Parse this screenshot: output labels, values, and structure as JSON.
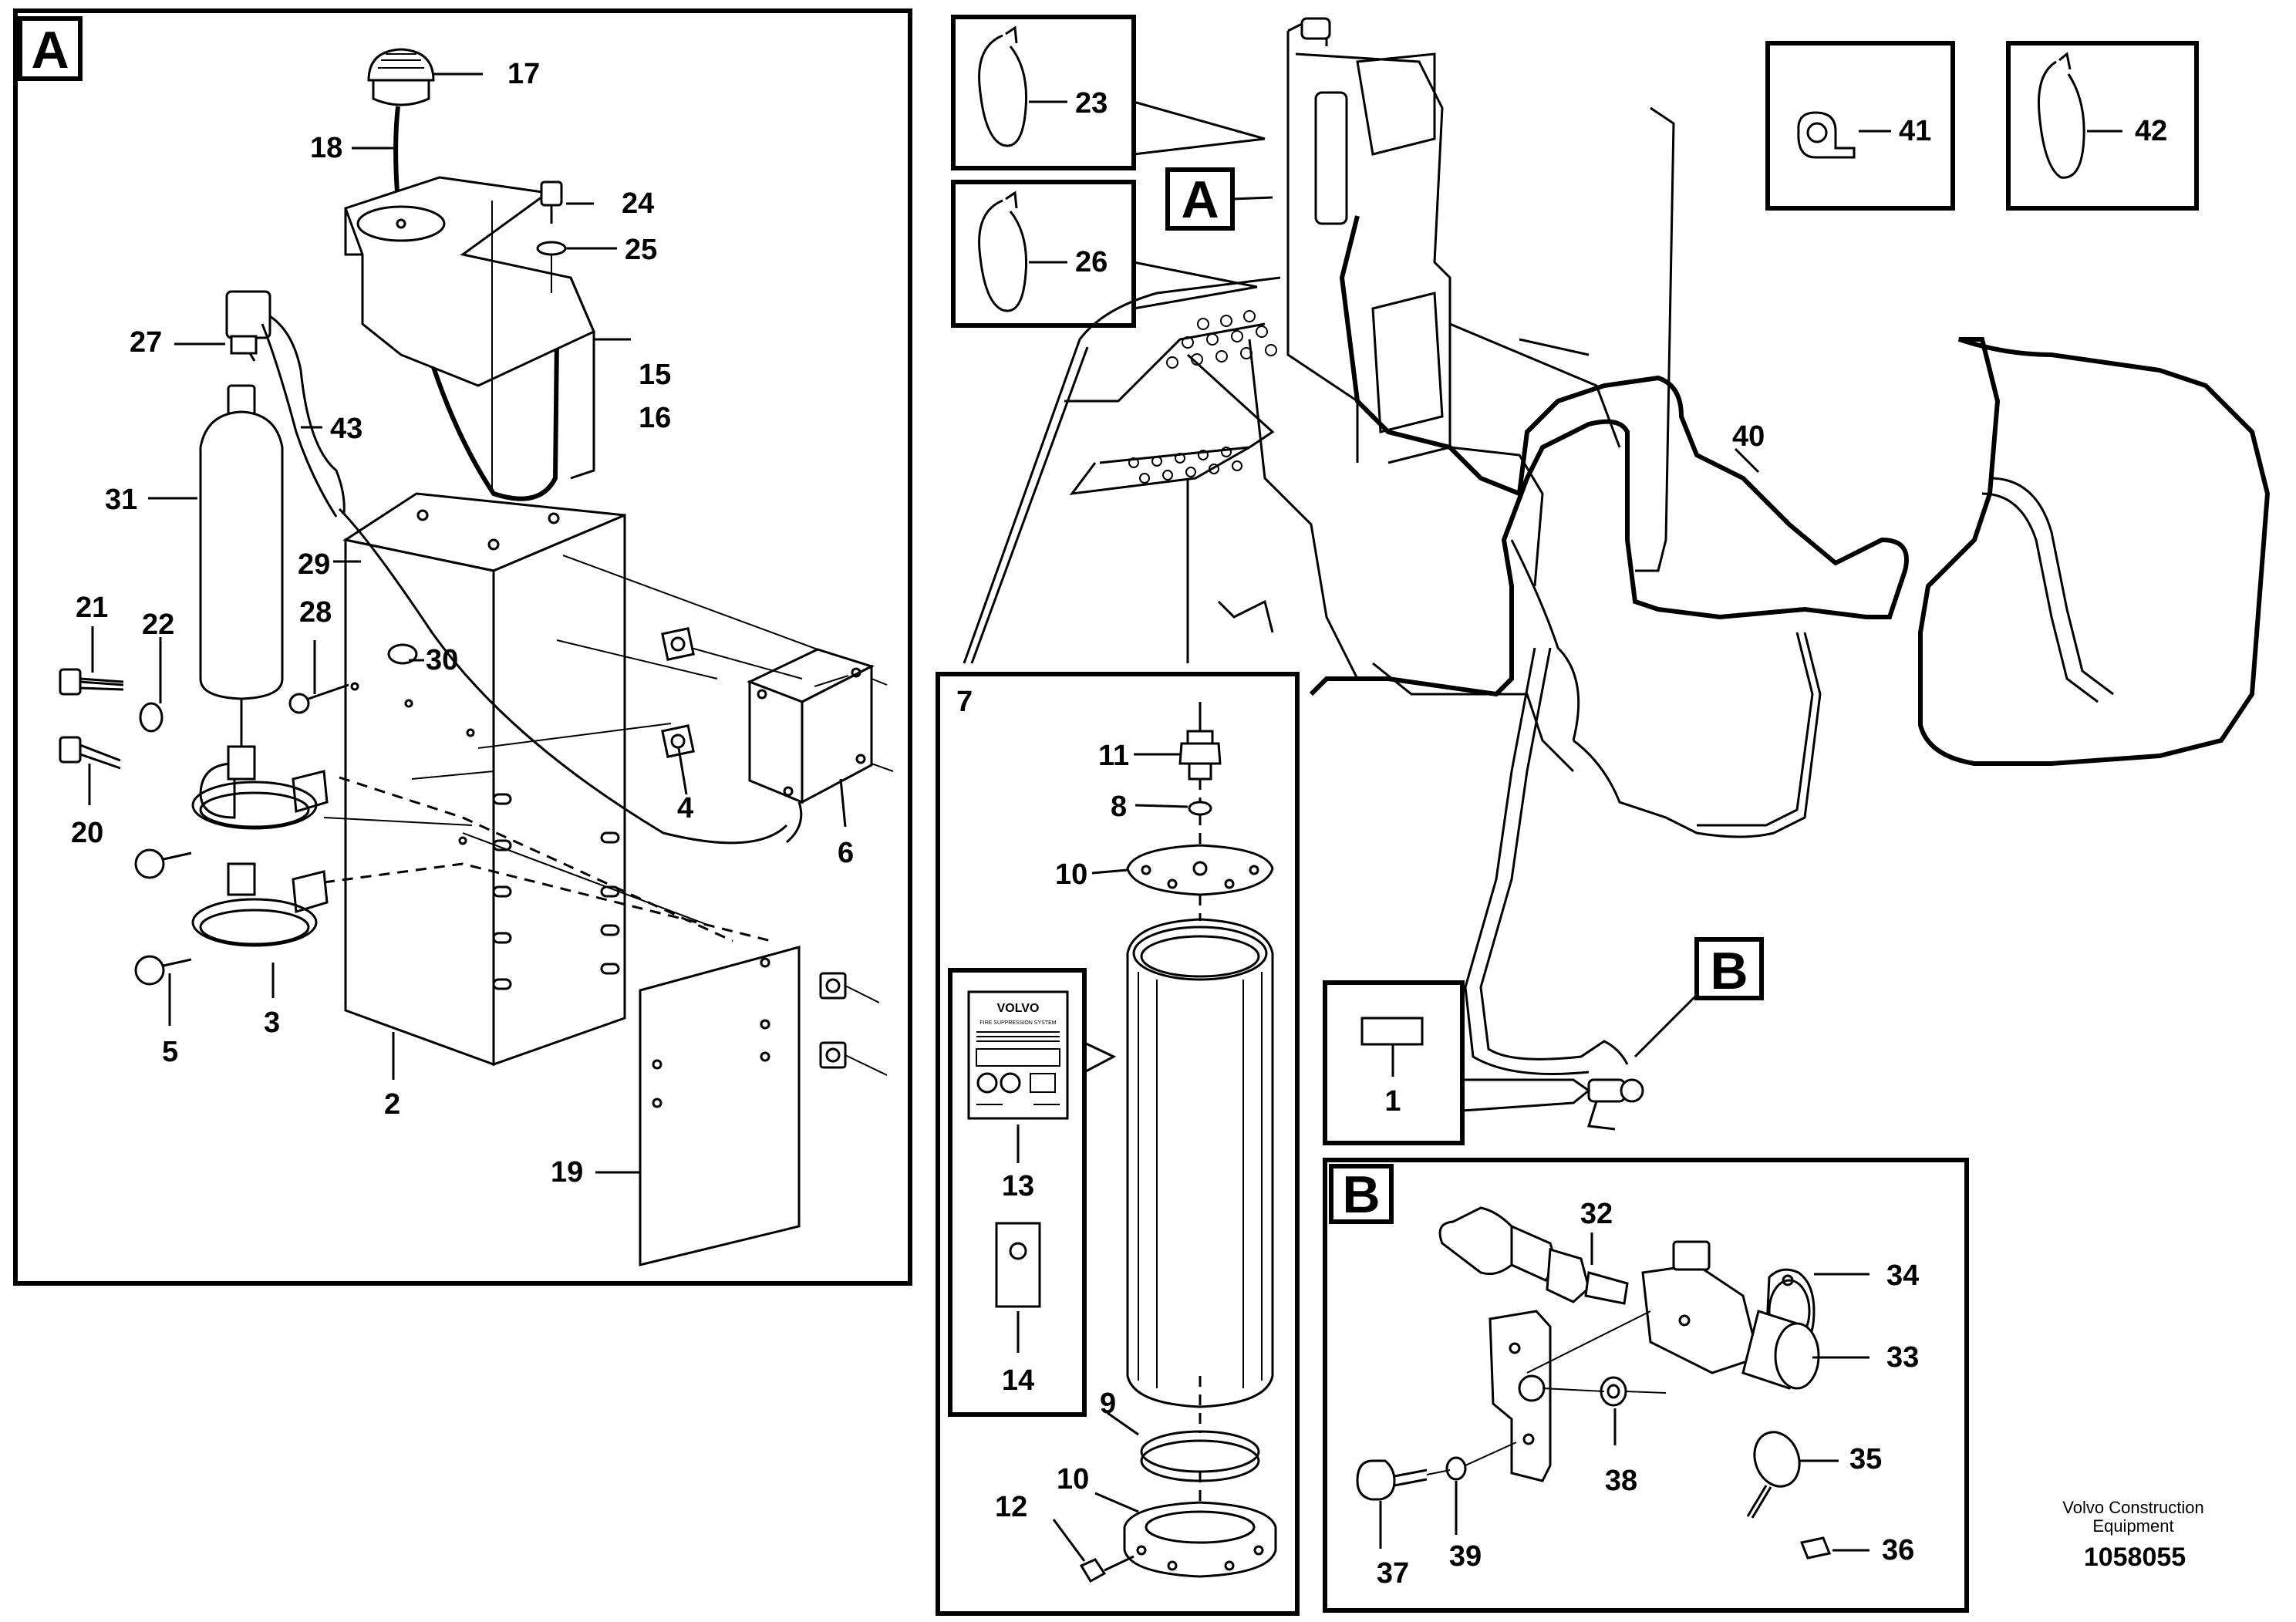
{
  "detail_boxes": {
    "A": "A",
    "B": "B",
    "seven": "7"
  },
  "callouts": {
    "A_overview": "A",
    "B_overview": "B"
  },
  "parts": {
    "p1": "1",
    "p2": "2",
    "p3": "3",
    "p4": "4",
    "p5": "5",
    "p6": "6",
    "p8": "8",
    "p9": "9",
    "p10a": "10",
    "p10b": "10",
    "p11": "11",
    "p12": "12",
    "p13": "13",
    "p14": "14",
    "p15": "15",
    "p16": "16",
    "p17": "17",
    "p18": "18",
    "p19": "19",
    "p20": "20",
    "p21": "21",
    "p22": "22",
    "p23": "23",
    "p24": "24",
    "p25": "25",
    "p26": "26",
    "p27": "27",
    "p28": "28",
    "p29": "29",
    "p30": "30",
    "p31": "31",
    "p32": "32",
    "p33": "33",
    "p34": "34",
    "p35": "35",
    "p36": "36",
    "p37": "37",
    "p38": "38",
    "p39": "39",
    "p40": "40",
    "p41": "41",
    "p42": "42",
    "p43": "43"
  },
  "decal": {
    "brand": "VOLVO",
    "subtitle": "FIRE SUPPRESSION SYSTEM"
  },
  "footer": {
    "company_line1": "Volvo Construction",
    "company_line2": "Equipment",
    "doc_number": "1058055"
  }
}
